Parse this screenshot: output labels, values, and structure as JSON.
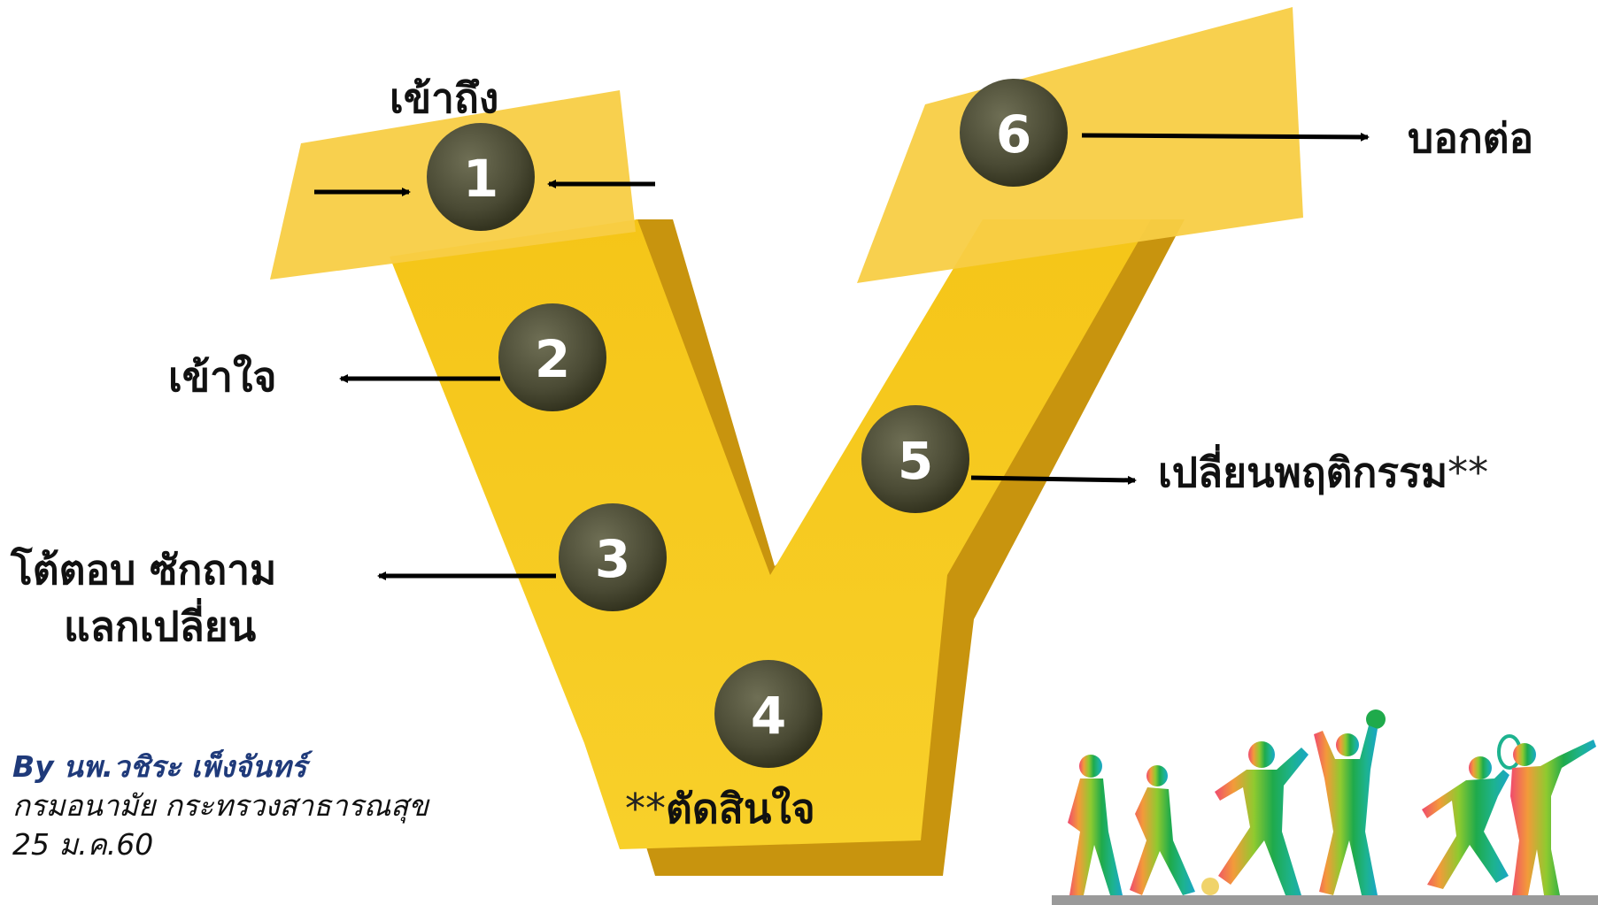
{
  "diagram": {
    "steps": [
      {
        "number": "1",
        "label": "เข้าถึง"
      },
      {
        "number": "2",
        "label": "เข้าใจ"
      },
      {
        "number": "3",
        "label_line1": "โต้ตอบ ซักถาม",
        "label_line2": "แลกเปลี่ยน"
      },
      {
        "number": "4",
        "label_prefix": "**",
        "label": "ตัดสินใจ"
      },
      {
        "number": "5",
        "label": "เปลี่ยนพฤติกรรม",
        "label_suffix": "**"
      },
      {
        "number": "6",
        "label": "บอกต่อ"
      }
    ]
  },
  "credit": {
    "by": "By",
    "author": "นพ.วชิระ เพ็งจันทร์",
    "org": "กรมอนามัย  กระทรวงสาธารณสุข",
    "date": "25 ม.ค.60"
  },
  "colors": {
    "v_main": "#f7c81e",
    "v_side": "#c8940e",
    "band": "#f8cd45",
    "circle": "#4a4a34",
    "arrow": "#000000"
  },
  "icons": [
    "sports-silhouettes-illustration"
  ]
}
